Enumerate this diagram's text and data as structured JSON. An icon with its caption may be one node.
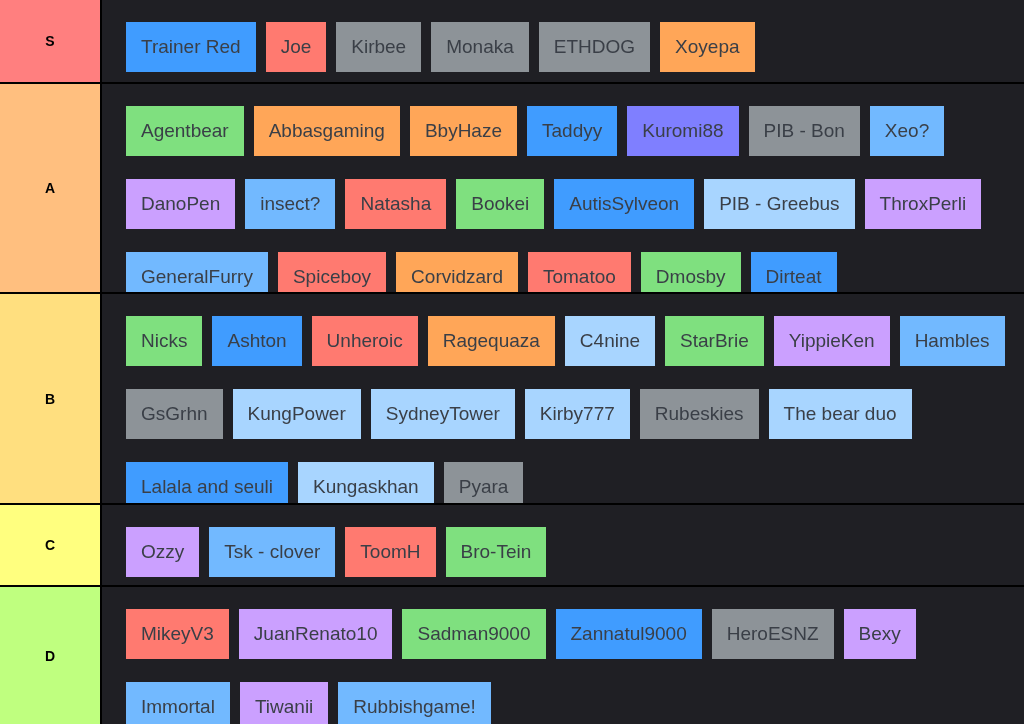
{
  "diagram": {
    "nodes": [
      {
        "text": [
          "S"
        ]
      },
      {
        "text": [
          "Trainer Red"
        ],
        "in": 0
      },
      {
        "text": [
          "Joe"
        ],
        "in": 0
      },
      {
        "text": [
          "Kirbee"
        ],
        "in": 0
      },
      {
        "text": [
          "Monaka"
        ],
        "in": 0
      },
      {
        "text": [
          "ETHDOG"
        ],
        "in": 0
      },
      {
        "text": [
          "Xoyepa"
        ],
        "in": 0
      },
      {
        "text": [
          "A"
        ]
      },
      {
        "text": [
          "Agentbear"
        ],
        "in": 7
      },
      {
        "text": [
          "Abbasgaming"
        ],
        "in": 7
      },
      {
        "text": [
          "BbyHaze"
        ],
        "in": 7
      },
      {
        "text": [
          "Taddyy"
        ],
        "in": 7
      },
      {
        "text": [
          "Kuromi88"
        ],
        "in": 7
      },
      {
        "text": [
          "PIB - Bon"
        ],
        "in": 7
      },
      {
        "text": [
          "Xeo?"
        ],
        "in": 7
      },
      {
        "text": [
          "DanoPen"
        ],
        "in": 7
      },
      {
        "text": [
          "insect?"
        ],
        "in": 7
      },
      {
        "text": [
          "Natasha"
        ],
        "in": 7
      },
      {
        "text": [
          "Bookei"
        ],
        "in": 7
      },
      {
        "text": [
          "AutisSylveon"
        ],
        "in": 7
      },
      {
        "text": [
          "PIB - Greebus"
        ],
        "in": 7
      },
      {
        "text": [
          "ThroxPerli"
        ],
        "in": 7
      },
      {
        "text": [
          "GeneralFurry"
        ],
        "in": 7
      },
      {
        "text": [
          "Spiceboy"
        ],
        "in": 7
      },
      {
        "text": [
          "Corvidzard"
        ],
        "in": 7
      },
      {
        "text": [
          "Tomatoo"
        ],
        "in": 7
      },
      {
        "text": [
          "Dmosby"
        ],
        "in": 7
      },
      {
        "text": [
          "Dirteat"
        ],
        "in": 7
      },
      {
        "text": [
          "B"
        ]
      },
      {
        "text": [
          "Nicks"
        ],
        "in": 28
      },
      {
        "text": [
          "Ashton"
        ],
        "in": 28
      },
      {
        "text": [
          "Unheroic"
        ],
        "in": 28
      },
      {
        "text": [
          "Ragequaza"
        ],
        "in": 28
      },
      {
        "text": [
          "C4nine"
        ],
        "in": 28
      },
      {
        "text": [
          "StarBrie"
        ],
        "in": 28
      },
      {
        "text": [
          "YippieKen"
        ],
        "in": 28
      },
      {
        "text": [
          "Hambles"
        ],
        "in": 28
      },
      {
        "text": [
          "GsGrhn"
        ],
        "in": 28
      },
      {
        "text": [
          "KungPower"
        ],
        "in": 28
      },
      {
        "text": [
          "SydneyTower"
        ],
        "in": 28
      },
      {
        "text": [
          "Kirby777"
        ],
        "in": 28
      },
      {
        "text": [
          "Rubeskies"
        ],
        "in": 28
      },
      {
        "text": [
          "The bear duo"
        ],
        "in": 28
      },
      {
        "text": [
          "Lalala and seuli"
        ],
        "in": 28
      },
      {
        "text": [
          "Kungaskhan"
        ],
        "in": 28
      },
      {
        "text": [
          "Pyara"
        ],
        "in": 28
      },
      {
        "text": [
          "C"
        ]
      },
      {
        "text": [
          "Ozzy"
        ],
        "in": 46
      },
      {
        "text": [
          "Tsk - clover"
        ],
        "in": 46
      },
      {
        "text": [
          "ToomH"
        ],
        "in": 46
      },
      {
        "text": [
          "Bro-Tein"
        ],
        "in": 46
      },
      {
        "text": [
          "D"
        ]
      },
      {
        "text": [
          "MikeyV3"
        ],
        "in": 51
      },
      {
        "text": [
          "JuanRenato10"
        ],
        "in": 51
      },
      {
        "text": [
          "Sadman9000"
        ],
        "in": 51
      },
      {
        "text": [
          "Zannatul9000"
        ],
        "in": 51
      },
      {
        "text": [
          "HeroESNZ"
        ],
        "in": 51
      },
      {
        "text": [
          "Bexy"
        ],
        "in": 51
      },
      {
        "text": [
          "Immortal"
        ],
        "in": 51
      },
      {
        "text": [
          "Tiwanii"
        ],
        "in": 51
      },
      {
        "text": [
          "Rubbishgame!"
        ],
        "in": 51
      }
    ]
  }
}
